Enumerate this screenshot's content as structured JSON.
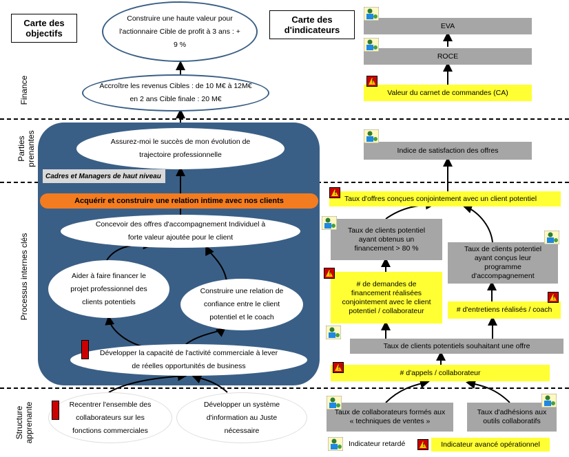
{
  "headers": {
    "objectives": "Carte des objectifs",
    "indicators": "Carte des d'indicateurs"
  },
  "sections": {
    "finance": "Finance",
    "stakeholders": "Parties prenantes",
    "internal": "Processus internes clés",
    "learning": "Structure apprenante"
  },
  "objectives": {
    "o1": "Construire une haute valeur pour l'actionnaire Cible de profit à 3 ans : + 9 %",
    "o2": "Accroître les revenus Cibles : de 10 M€ à 12M€ en 2 ans Cible finale : 20 M€",
    "o3": "Assurez-moi le succès de mon évolution de trajectoire professionnelle",
    "segment": "Cadres et Managers de haut niveau",
    "banner": "Acquérir et construire une relation intime avec nos clients",
    "o4": "Concevoir des offres d'accompagnement Individuel à forte valeur ajoutée pour le client",
    "o5": "Aider à faire financer le projet professionnel des clients potentiels",
    "o6": "Construire une relation de confiance entre le client potentiel et le coach",
    "o7": "Développer la capacité de l'activité commerciale à lever de réelles opportunités de business",
    "o8": "Recentrer l'ensemble des collaborateurs sur les fonctions commerciales",
    "o9": "Développer un système d'information au Juste nécessaire"
  },
  "indicators": {
    "i1": "EVA",
    "i2": "ROCE",
    "i3": "Valeur du carnet de commandes (CA)",
    "i4": "Indice de satisfaction des offres",
    "i5": "Taux d'offres conçues conjointement avec un client potentiel",
    "i6": "Taux de clients potentiel ayant obtenus un financement > 80 %",
    "i7": "Taux de clients potentiel ayant conçus leur programme d'accompagnement",
    "i8": "# de demandes de financement réalisées conjointement avec le client potentiel / collaborateur",
    "i9": "# d'entretiens réalisés / coach",
    "i10": "Taux de clients potentiels souhaitant une offre",
    "i11": "# d'appels / collaborateur",
    "i12": "Taux de collaborateurs formés aux « techniques de ventes »",
    "i13": "Taux d'adhésions aux outils collaboratifs"
  },
  "legend": {
    "lagging": "Indicateur retardé",
    "leading": "Indicateur avancé opérationnel"
  },
  "colors": {
    "panel": "#3a5f86",
    "indicator_gray": "#a6a6a6",
    "indicator_yellow": "#ffff33",
    "banner_orange": "#f47c20",
    "warning_red": "#cc0000"
  }
}
